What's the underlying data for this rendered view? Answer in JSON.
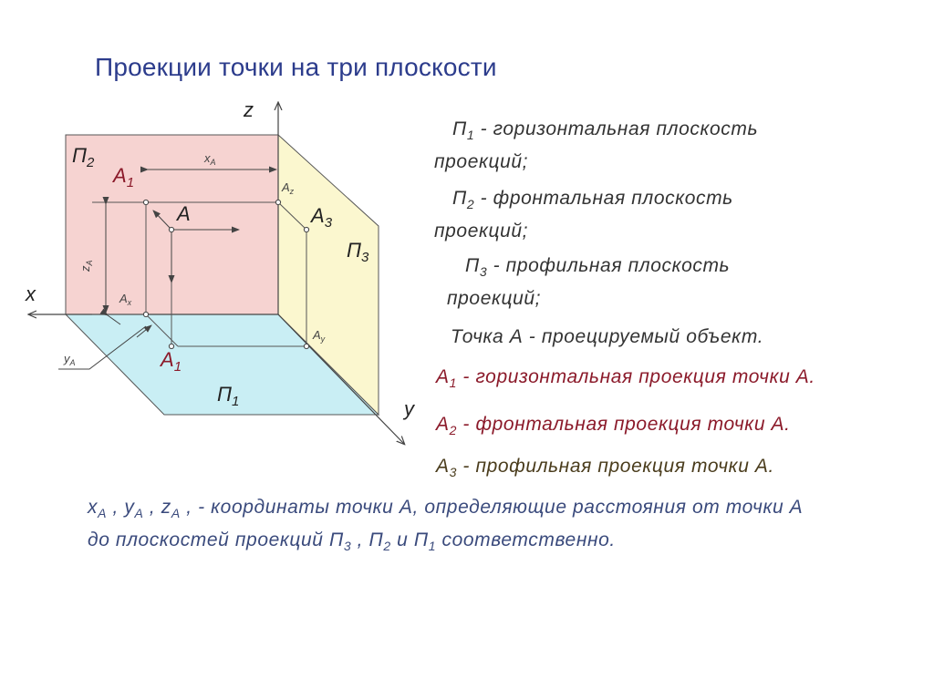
{
  "title": "Проекции точки на три плоскости",
  "diagram": {
    "axis_x": "x",
    "axis_y": "y",
    "axis_z": "z",
    "plane_p1": "П",
    "plane_p1_sub": "1",
    "plane_p2": "П",
    "plane_p2_sub": "2",
    "plane_p3": "П",
    "plane_p3_sub": "3",
    "point_a": "A",
    "point_a1_top": "A",
    "point_a1_top_sub": "1",
    "point_a1_bottom": "A",
    "point_a1_bottom_sub": "1",
    "point_a3": "A",
    "point_a3_sub": "3",
    "ax": "A",
    "ax_sub": "x",
    "ay": "A",
    "ay_sub": "y",
    "az": "A",
    "az_sub": "z",
    "xa": "x",
    "xa_sub": "A",
    "ya": "y",
    "ya_sub": "A",
    "za": "z",
    "za_sub": "A",
    "colors": {
      "p2_fill": "#f6d3d1",
      "p3_fill": "#fbf7cf",
      "p1_fill": "#c9eef4",
      "label_red": "#8b1a2a"
    }
  },
  "legend": {
    "l1_sym": "П",
    "l1_sub": "1",
    "l1_text": " - горизонтальная плоскость",
    "l1_cont": "проекций;",
    "l2_sym": "П",
    "l2_sub": "2",
    "l2_text": " - фронтальная  плоскость",
    "l2_cont": "проекций;",
    "l3_sym": "П",
    "l3_sub": "3",
    "l3_text": " - профильная  плоскость",
    "l3_cont": "проекций;",
    "l4_text": "Точка А  - проецируемый объект.",
    "l5_sym": "А",
    "l5_sub": "1",
    "l5_text": " - горизонтальная  проекция точки А.",
    "l6_sym": "А",
    "l6_sub": "2",
    "l6_text": " - фронтальная проекция точки А.",
    "l7_sym": "А",
    "l7_sub": "3",
    "l7_text": " - профильная проекция точки А."
  },
  "bottom": {
    "x": "x",
    "x_sub": "A",
    "y": "y",
    "y_sub": "A",
    "z": "z",
    "z_sub": "A",
    "sep1": " , ",
    "sep2": " , ",
    "line1_text": " , - координаты точки А, определяющие расстояния от точки А",
    "line2_pre": "до плоскостей проекций П",
    "p3_sub": "3",
    "line2_mid1": " , П",
    "p2_sub": "2",
    "line2_mid2": "  и  П",
    "p1_sub": "1",
    "line2_post": "  соответственно."
  }
}
